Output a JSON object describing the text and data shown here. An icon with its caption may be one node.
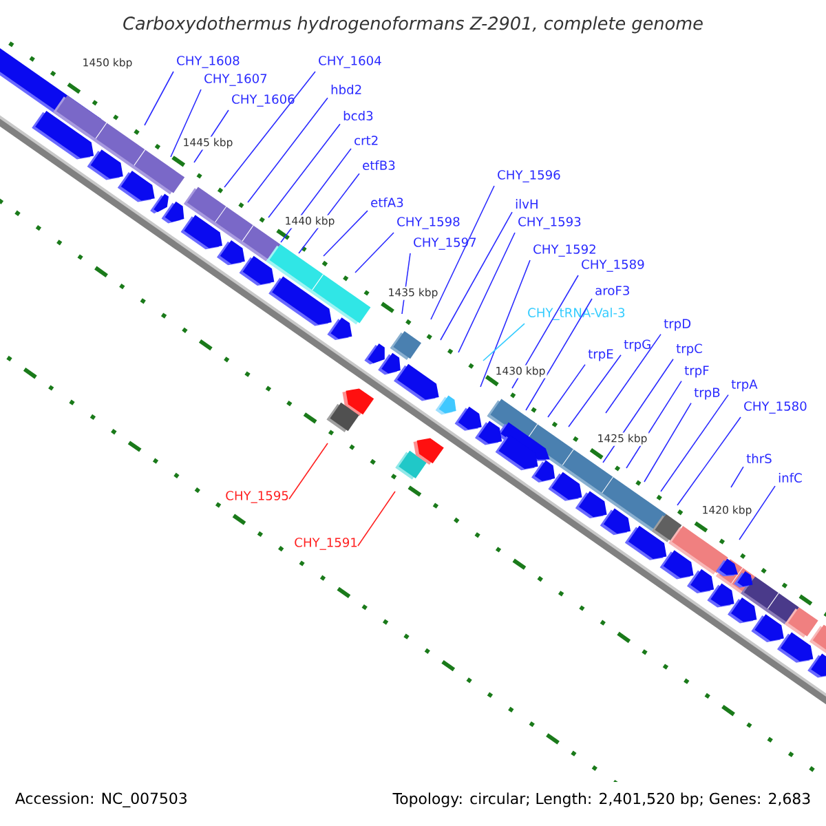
{
  "diagram": {
    "title": "*Carboxydothermus hydrogenoformans* Z-2901, complete genome",
    "nodes": [
      {
        "text": [
          "CHY_1608"
        ]
      },
      {
        "text": [
          "CHY_1607"
        ]
      },
      {
        "text": [
          "CHY_1606"
        ]
      },
      {
        "text": [
          "CHY_1604"
        ]
      },
      {
        "text": [
          "hbd2"
        ]
      },
      {
        "text": [
          "bcd3"
        ]
      },
      {
        "text": [
          "crt2"
        ]
      },
      {
        "text": [
          "etfB3"
        ]
      },
      {
        "text": [
          "etfA3"
        ]
      },
      {
        "text": [
          "CHY_1598"
        ]
      },
      {
        "text": [
          "CHY_1597"
        ]
      },
      {
        "text": [
          "CHY_1596"
        ]
      },
      {
        "text": [
          "ilvH"
        ]
      },
      {
        "text": [
          "CHY_1593"
        ]
      },
      {
        "text": [
          "CHY_1592"
        ]
      },
      {
        "text": [
          "CHY_tRNA-Val-3"
        ]
      },
      {
        "text": [
          "CHY_1589"
        ]
      },
      {
        "text": [
          "aroF3"
        ]
      },
      {
        "text": [
          "trpE"
        ]
      },
      {
        "text": [
          "trpG"
        ]
      },
      {
        "text": [
          "trpD"
        ]
      },
      {
        "text": [
          "trpC"
        ]
      },
      {
        "text": [
          "trpF"
        ]
      },
      {
        "text": [
          "trpB"
        ]
      },
      {
        "text": [
          "trpA"
        ]
      },
      {
        "text": [
          "CHY_1580"
        ]
      },
      {
        "text": [
          "thrS"
        ]
      },
      {
        "text": [
          "infC"
        ]
      },
      {
        "text": [
          "CHY_1595"
        ]
      },
      {
        "text": [
          "CHY_1591"
        ]
      }
    ],
    "edges": [
      {
        "from": 0,
        "to": null,
        "arrow": "none"
      },
      {
        "from": 1,
        "to": null,
        "arrow": "none"
      },
      {
        "from": 2,
        "to": null,
        "arrow": "none"
      },
      {
        "from": 3,
        "to": null,
        "arrow": "none"
      },
      {
        "from": 4,
        "to": null,
        "arrow": "none"
      },
      {
        "from": 5,
        "to": null,
        "arrow": "none"
      },
      {
        "from": 6,
        "to": null,
        "arrow": "none"
      },
      {
        "from": 7,
        "to": null,
        "arrow": "none"
      },
      {
        "from": 8,
        "to": null,
        "arrow": "none"
      },
      {
        "from": 9,
        "to": null,
        "arrow": "none"
      },
      {
        "from": 10,
        "to": null,
        "arrow": "none"
      },
      {
        "from": 11,
        "to": null,
        "arrow": "none"
      },
      {
        "from": 12,
        "to": null,
        "arrow": "none"
      },
      {
        "from": 13,
        "to": null,
        "arrow": "none"
      },
      {
        "from": 14,
        "to": null,
        "arrow": "none"
      },
      {
        "from": 15,
        "to": null,
        "arrow": "none",
        "color": "#33ccff"
      },
      {
        "from": 16,
        "to": null,
        "arrow": "none"
      },
      {
        "from": 17,
        "to": null,
        "arrow": "none"
      },
      {
        "from": 18,
        "to": null,
        "arrow": "none"
      },
      {
        "from": 19,
        "to": null,
        "arrow": "none"
      },
      {
        "from": 20,
        "to": null,
        "arrow": "none"
      },
      {
        "from": 21,
        "to": null,
        "arrow": "none"
      },
      {
        "from": 22,
        "to": null,
        "arrow": "none"
      },
      {
        "from": 23,
        "to": null,
        "arrow": "none"
      },
      {
        "from": 24,
        "to": null,
        "arrow": "none"
      },
      {
        "from": 25,
        "to": null,
        "arrow": "none"
      },
      {
        "from": 26,
        "to": null,
        "arrow": "none"
      },
      {
        "from": 27,
        "to": null,
        "arrow": "none"
      },
      {
        "from": 28,
        "to": null,
        "arrow": "none",
        "color": "#ff2020"
      },
      {
        "from": 29,
        "to": null,
        "arrow": "none",
        "color": "#ff2020"
      }
    ],
    "labels": [
      "1450 kbp",
      "1445 kbp",
      "1440 kbp",
      "1435 kbp",
      "1430 kbp",
      "1425 kbp",
      "1420 kbp",
      "Accession: NC_007503",
      "Topology: circular; Length: 2,401,520 bp; Genes: 2,683"
    ]
  }
}
